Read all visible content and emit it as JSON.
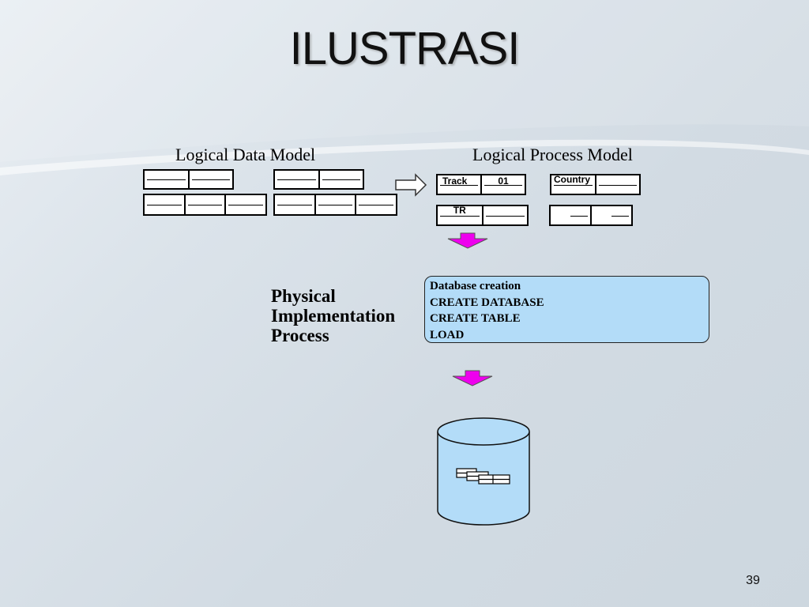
{
  "slide": {
    "title": "ILUSTRASI",
    "page_number": "39"
  },
  "diagram": {
    "logical_data_model_label": "Logical Data Model",
    "logical_process_model_label": "Logical Process Model",
    "process_tables": {
      "track_label": "Track",
      "track_value": "01",
      "country_label": "Country",
      "tr_label": "TR"
    },
    "physical_label_lines": [
      "Physical",
      "Implementation",
      "Process"
    ],
    "db_steps": [
      "Database creation",
      "CREATE DATABASE",
      "CREATE TABLE",
      "LOAD"
    ]
  },
  "colors": {
    "down_arrow": "#ee00ee",
    "db_fill": "#b3dcf8"
  }
}
